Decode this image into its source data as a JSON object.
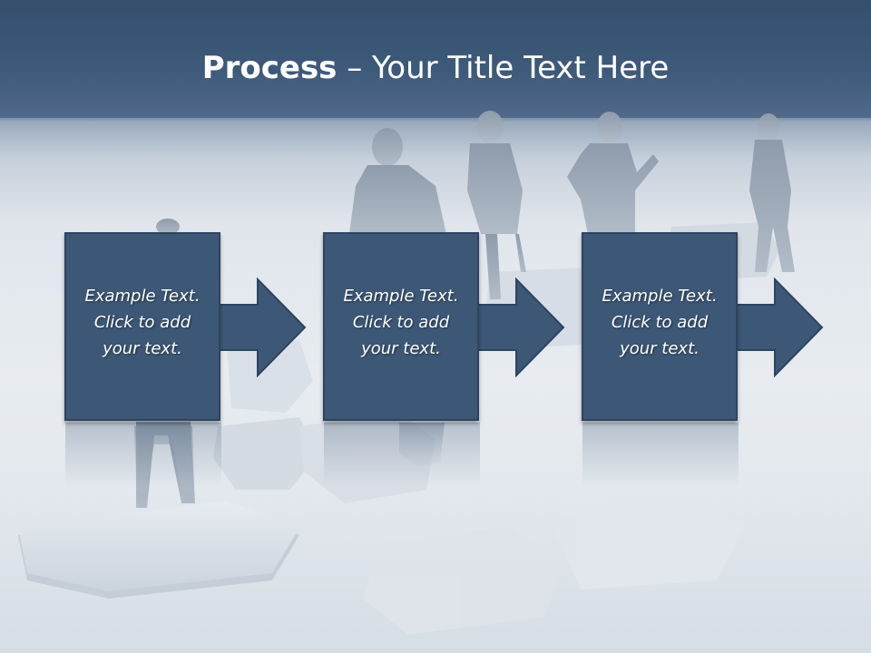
{
  "title": {
    "bold": "Process",
    "rest": " – Your Title Text Here"
  },
  "steps": [
    {
      "line1": "Example Text.",
      "line2": "Click  to add",
      "line3": "your text."
    },
    {
      "line1": "Example Text.",
      "line2": "Click  to add",
      "line3": "your text."
    },
    {
      "line1": "Example Text.",
      "line2": "Click  to add",
      "line3": "your text."
    }
  ],
  "colors": {
    "box_fill": "#3d5877",
    "box_border": "#2d4460",
    "header": "#3e5a7a",
    "text": "#ffffff"
  }
}
